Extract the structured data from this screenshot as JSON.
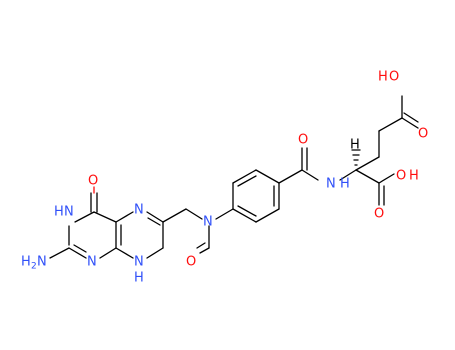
{
  "colors": {
    "carbon": "#000000",
    "oxygen": "#ff0d0d",
    "nitrogen": "#3050f8",
    "background": "#ffffff"
  },
  "atom_labels": {
    "o_pteridine": "O",
    "nh_ring": "H",
    "n_ring_left": "N",
    "n_amino_label": "H",
    "n_amino_sub": "2",
    "n_amino_N": "N",
    "n_bottom_left": "N",
    "n_bottom_right": "N",
    "nh_bottom": "H",
    "n_top_right": "N",
    "n_formyl": "N",
    "o_formyl": "O",
    "o_amide": "O",
    "n_amide": "N",
    "h_amide": "H",
    "oh_top_O": "O",
    "oh_top_H": "H",
    "o_top": "O",
    "oh_right_O": "O",
    "oh_right_H": "H",
    "o_acid": "O",
    "h_stereo": "H"
  }
}
